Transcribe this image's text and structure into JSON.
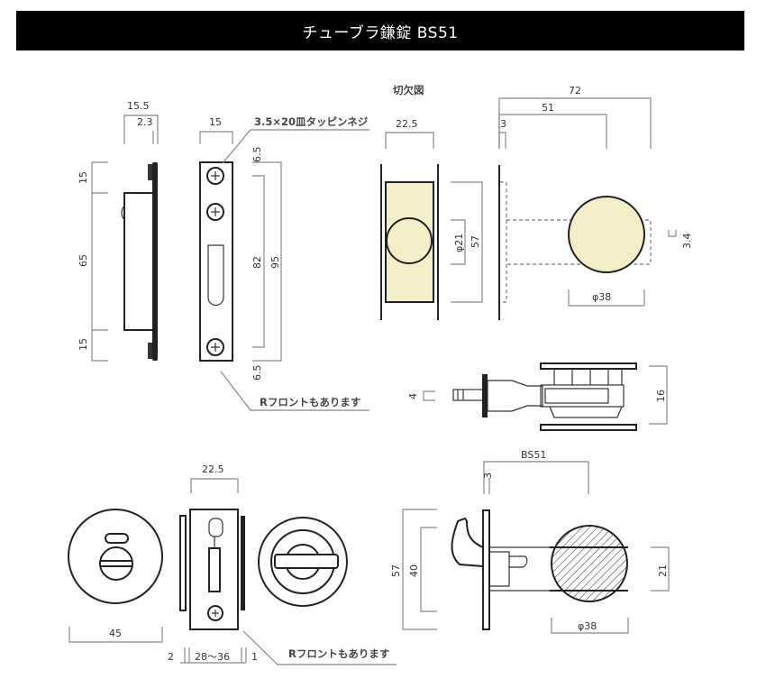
{
  "title": "チューブラ鎌錠 BS51",
  "colors": {
    "title_bg": "#000000",
    "title_text": "#ffffff",
    "fill_part": "#f3edc8",
    "line": "#222222",
    "dim": "#888888"
  },
  "strike_side": {
    "width": "15.5",
    "plate": "2.3",
    "top": "15",
    "middle": "65",
    "bottom": "15"
  },
  "strike_front": {
    "width": "15",
    "screw_note": "3.5×20皿タッピンネジ",
    "top_offset": "6.5",
    "screw_pitch": "82",
    "height": "95",
    "bottom_offset": "6.5",
    "r_front_note": "Rフロントもあります"
  },
  "cutout": {
    "label": "切欠図",
    "width": "22.5",
    "hole": "φ21",
    "height": "57"
  },
  "side_view": {
    "total": "72",
    "backset": "51",
    "plate": "3",
    "knob_dia": "φ38",
    "thickness": "3.4"
  },
  "top_view": {
    "spindle": "4",
    "height": "16"
  },
  "bottom_row": {
    "thumbturn_dia": "45",
    "case_width": "22.5",
    "left_gap": "2",
    "door_thickness": "28〜36",
    "right_gap": "1",
    "r_front_note": "Rフロントもあります",
    "backset": "BS51",
    "plate": "3",
    "height_outer": "57",
    "height_inner": "40",
    "shaft": "21",
    "knob_dia": "φ38"
  }
}
